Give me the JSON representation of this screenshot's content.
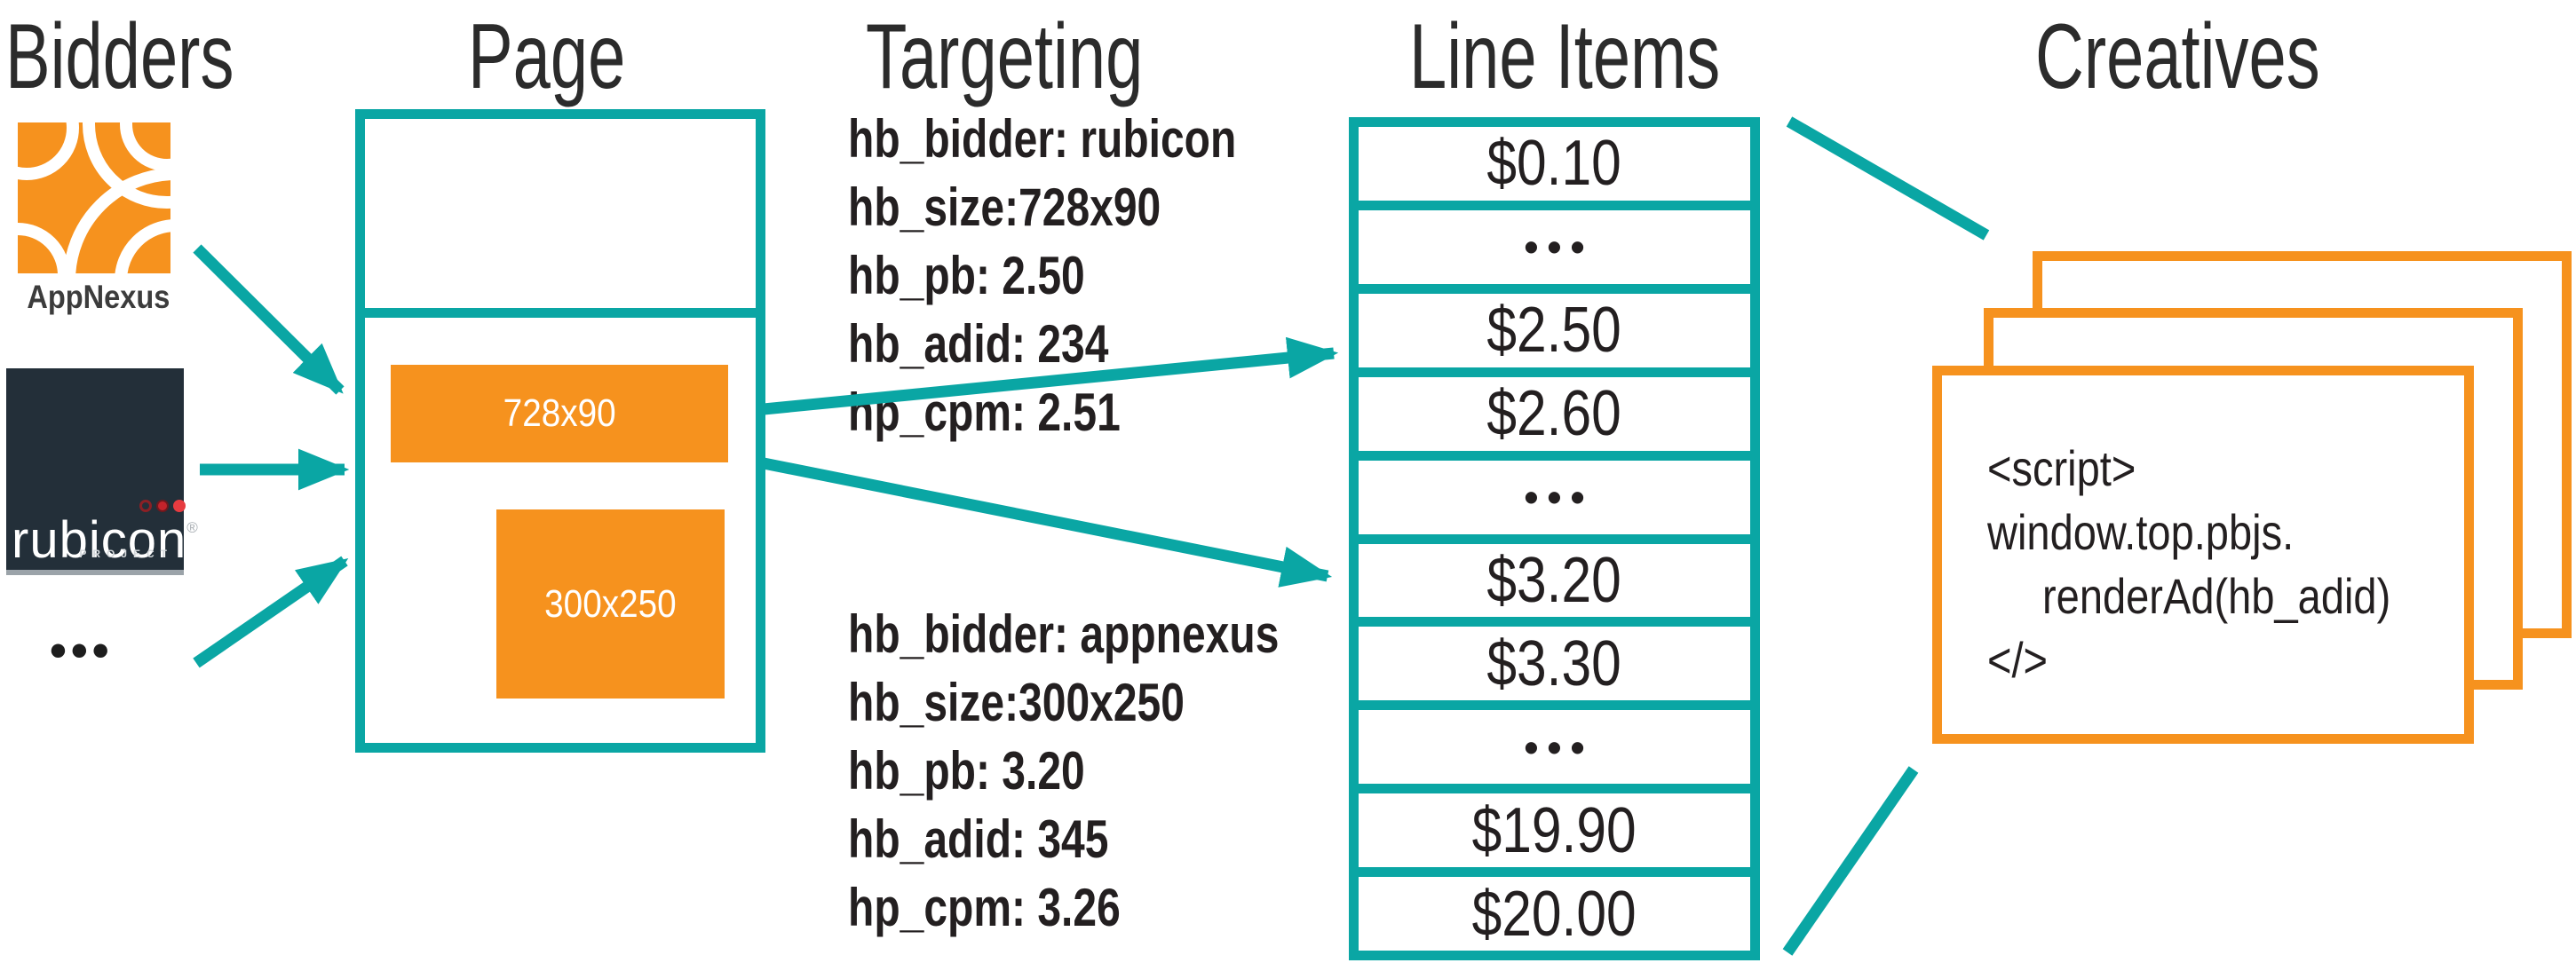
{
  "headers": {
    "bidders": "Bidders",
    "page": "Page",
    "targeting": "Targeting",
    "line_items": "Line Items",
    "creatives": "Creatives"
  },
  "bidders": {
    "appnexus_label": "AppNexus",
    "rubicon_logo": {
      "name": "rubicon",
      "registered_mark": "®",
      "subtitle": "PROJECT"
    },
    "more_bidders": "•••"
  },
  "page": {
    "slots": {
      "leaderboard": "728x90",
      "rectangle": "300x250"
    }
  },
  "targeting": {
    "rubicon": {
      "lines": [
        "hb_bidder: rubicon",
        "hb_size:728x90",
        "hb_pb: 2.50",
        "hb_adid: 234",
        "hp_cpm: 2.51"
      ]
    },
    "appnexus": {
      "lines": [
        "hb_bidder: appnexus",
        "hb_size:300x250",
        "hb_pb: 3.20",
        "hb_adid: 345",
        "hp_cpm: 3.26"
      ]
    }
  },
  "line_items": {
    "rows": [
      "$0.10",
      "•••",
      "$2.50",
      "$2.60",
      "•••",
      "$3.20",
      "$3.30",
      "•••",
      "$19.90",
      "$20.00"
    ]
  },
  "creatives": {
    "code_lines": [
      "<script>",
      "window.top.pbjs.",
      "renderAd(hb_adid)",
      "</>"
    ]
  },
  "colors": {
    "teal": "#0AA6A4",
    "orange": "#F6921E",
    "rubicon_navy": "#232F39",
    "text": "#231F20"
  }
}
